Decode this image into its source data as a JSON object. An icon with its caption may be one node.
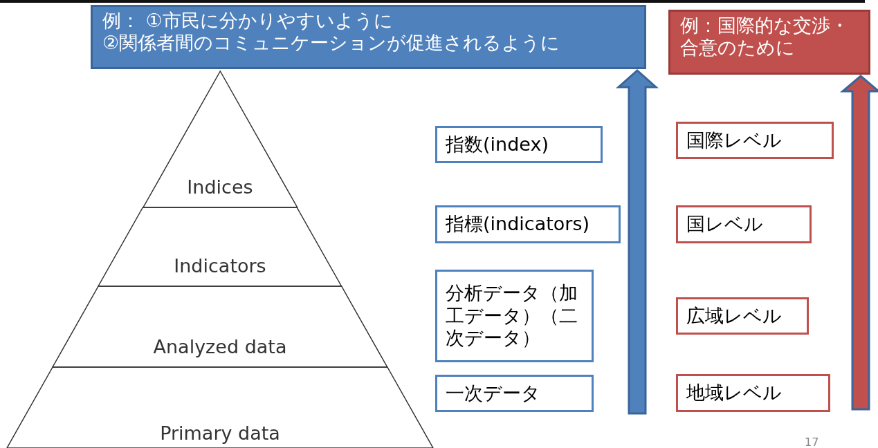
{
  "diagram": {
    "nodes": [
      {
        "text": [
          "例： ①市民に分かりやすいように",
          "②関係者間のコミュニケーションが促進されるように"
        ]
      },
      {
        "text": [
          "例：国際的な交渉・合意のために"
        ]
      },
      {
        "text": [
          "Indices"
        ]
      },
      {
        "text": [
          "Indicators"
        ]
      },
      {
        "text": [
          "Analyzed data"
        ]
      },
      {
        "text": [
          "Primary data"
        ]
      },
      {
        "text": [
          "指数(index)"
        ]
      },
      {
        "text": [
          "指標(indicators)"
        ]
      },
      {
        "text": [
          "分析データ（加工データ）（二次データ）"
        ]
      },
      {
        "text": [
          "一次データ"
        ]
      },
      {
        "text": [
          "国際レベル"
        ]
      },
      {
        "text": [
          "国レベル"
        ]
      },
      {
        "text": [
          "広域レベル"
        ]
      },
      {
        "text": [
          "地域レベル"
        ]
      }
    ],
    "edges": [
      {
        "from": null,
        "to": 0,
        "arrow": "to",
        "style": "thick",
        "color": "#4f81bd"
      },
      {
        "from": null,
        "to": 1,
        "arrow": "to",
        "style": "thick",
        "color": "#c0504d"
      }
    ],
    "labels": [
      "17"
    ]
  }
}
